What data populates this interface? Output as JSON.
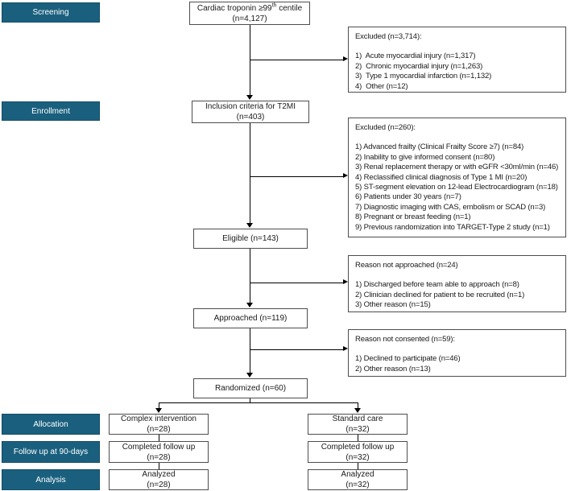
{
  "colors": {
    "stage_bg": "#1a607e",
    "stage_border": "#124c66",
    "stage_text": "#ffffff",
    "box_border": "#4d4d4d",
    "line": "#000000"
  },
  "stages": [
    {
      "label": "Screening"
    },
    {
      "label": "Enrollment"
    },
    {
      "label": "Allocation"
    },
    {
      "label": "Follow up at 90-days"
    },
    {
      "label": "Analysis"
    }
  ],
  "main_flow": {
    "troponin": {
      "prefix": "Cardiac troponin ≥99",
      "sup": "th",
      "suffix": " centile",
      "n": "(n=4,127)"
    },
    "inclusion": {
      "line1": "Inclusion criteria for T2MI",
      "n": "(n=403)"
    },
    "eligible": {
      "label": "Eligible (n=143)"
    },
    "approached": {
      "label": "Approached (n=119)"
    },
    "randomized": {
      "label": "Randomized (n=60)"
    }
  },
  "exclusion_boxes": [
    {
      "title": "Excluded (n=3,714):",
      "items": [
        "1)  Acute myocardial injury (n=1,317)",
        "2)  Chronic myocardial injury (n=1,263)",
        "3)  Type 1 myocardial infarction (n=1,132)",
        "4)  Other (n=12)"
      ]
    },
    {
      "title": "Excluded (n=260):",
      "items": [
        "1) Advanced frailty (Clinical Frailty Score ≥7) (n=84)",
        "2) Inability to give informed consent (n=80)",
        "3) Renal replacement therapy or with eGFR <30ml/min (n=46)",
        "4) Reclassified clinical diagnosis of Type 1 MI (n=20)",
        "5) ST-segment elevation on 12-lead Electrocardiogram (n=18)",
        "6) Patients under 30 years (n=7)",
        "7) Diagnostic imaging with CAS, embolism or SCAD (n=3)",
        "8) Pregnant or breast feeding (n=1)",
        "9) Previous randomization into TARGET-Type 2 study (n=1)"
      ]
    },
    {
      "title": "Reason not approached (n=24)",
      "items": [
        "1) Discharged before team able to approach (n=8)",
        "2) Clinician declined for patient to be recruited (n=1)",
        "3) Other reason (n=15)"
      ]
    },
    {
      "title": "Reason not consented (n=59):",
      "items": [
        "1) Declined to participate (n=46)",
        "2) Other reason (n=13)"
      ]
    }
  ],
  "arms": {
    "left": [
      {
        "line1": "Complex intervention",
        "line2": "(n=28)"
      },
      {
        "line1": "Completed follow up",
        "line2": "(n=28)"
      },
      {
        "line1": "Analyzed",
        "line2": "(n=28)"
      }
    ],
    "right": [
      {
        "line1": "Standard care",
        "line2": "(n=32)"
      },
      {
        "line1": "Completed follow up",
        "line2": "(n=32)"
      },
      {
        "line1": "Analyzed",
        "line2": "(n=32)"
      }
    ]
  }
}
